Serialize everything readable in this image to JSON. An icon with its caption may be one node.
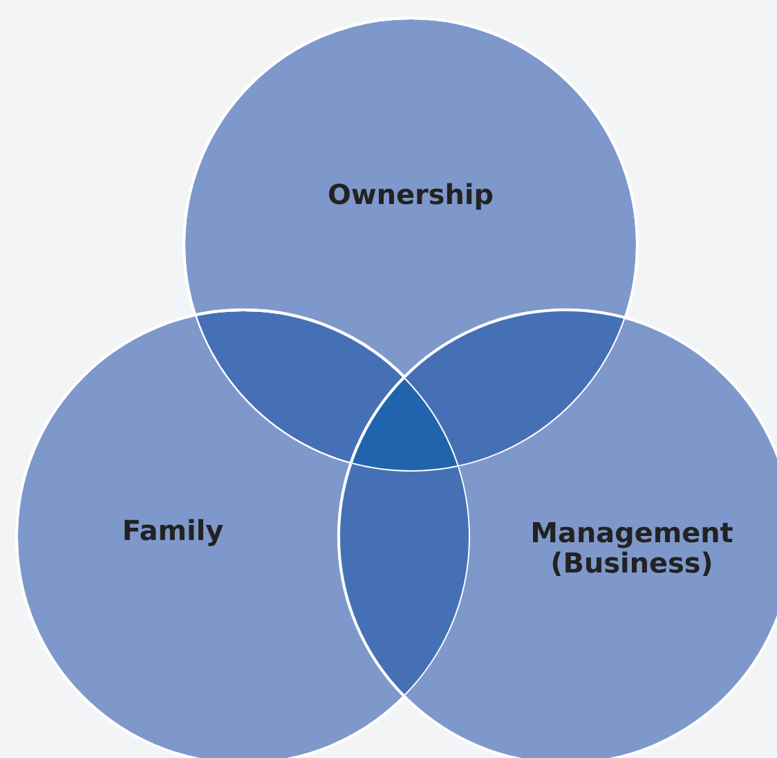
{
  "diagram": {
    "nodes": [
      {
        "text": [
          "Ownership"
        ]
      },
      {
        "text": [
          "Family"
        ]
      },
      {
        "text": [
          "Management (Business)"
        ]
      }
    ]
  }
}
